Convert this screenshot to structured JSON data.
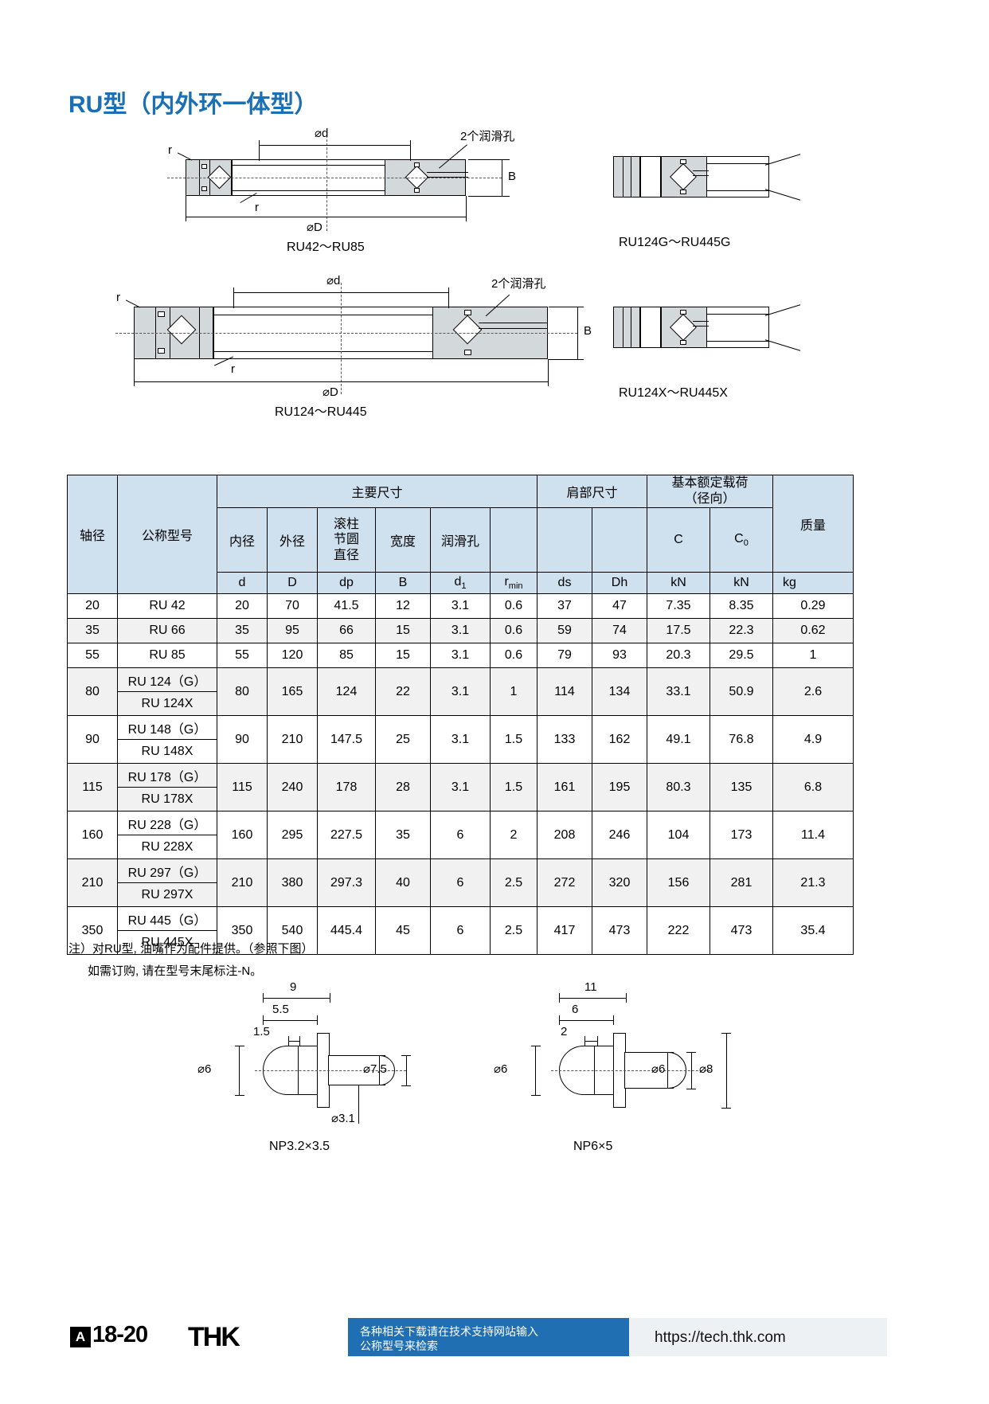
{
  "page": {
    "title": "RU型（内外环一体型）",
    "footer": {
      "page_badge": "A",
      "page_number": "18-20",
      "brand": "THK",
      "banner_line1": "各种相关下载请在技术支持网站输入",
      "banner_line2": "公称型号来检索",
      "url": "https://tech.thk.com"
    }
  },
  "figures": {
    "fig1": {
      "caption": "RU42〜RU85",
      "labels": {
        "d": "⌀d",
        "D": "⌀D",
        "B": "B",
        "r1": "r",
        "r2": "r",
        "holes": "2个润滑孔"
      }
    },
    "fig2": {
      "caption": "RU124G〜RU445G"
    },
    "fig3": {
      "caption": "RU124〜RU445",
      "labels": {
        "d": "⌀d",
        "D": "⌀D",
        "B": "B",
        "r1": "r",
        "r2": "r",
        "holes": "2个润滑孔"
      }
    },
    "fig4": {
      "caption": "RU124X〜RU445X"
    },
    "nipple_left": {
      "caption": "NP3.2×3.5",
      "dims": {
        "w_total": "9",
        "w_mid": "5.5",
        "w_small": "1.5",
        "d_left": "⌀6",
        "d_right": "⌀7.5",
        "d_bottom": "⌀3.1"
      }
    },
    "nipple_right": {
      "caption": "NP6×5",
      "dims": {
        "w_total": "11",
        "w_mid": "6",
        "w_small": "2",
        "d_left": "⌀6",
        "d_mid": "⌀6",
        "d_right": "⌀8"
      }
    }
  },
  "table": {
    "group_headers": {
      "shaft": "轴径",
      "model": "公称型号",
      "main_dims": "主要尺寸",
      "shoulder_dims": "肩部尺寸",
      "load_rating": "基本额定载荷\n（径向）",
      "mass": "质量"
    },
    "load_rating_line1": "基本额定载荷",
    "load_rating_line2": "（径向）",
    "col_names": {
      "inner": "内径",
      "outer": "外径",
      "pitch": "滚柱\n节圆\n直径",
      "width": "宽度",
      "hole": "润滑孔",
      "blank": "",
      "C": "C",
      "C0": "C",
      "C0sub": "0",
      "ds": "ds",
      "Dh": "Dh"
    },
    "pitch_l1": "滚柱",
    "pitch_l2": "节圆",
    "pitch_l3": "直径",
    "units": {
      "d": "d",
      "D": "D",
      "dp": "dp",
      "B": "B",
      "d1": "d",
      "d1sub": "1",
      "rmin": "r",
      "rminsub": "min",
      "ds": "ds",
      "Dh": "Dh",
      "kN1": "kN",
      "kN2": "kN",
      "kg": "kg"
    },
    "rows": [
      {
        "shaft": "20",
        "models": [
          "RU  42"
        ],
        "d": "20",
        "D": "70",
        "dp": "41.5",
        "B": "12",
        "d1": "3.1",
        "rmin": "0.6",
        "ds": "37",
        "Dh": "47",
        "C": "7.35",
        "C0": "8.35",
        "kg": "0.29"
      },
      {
        "shaft": "35",
        "models": [
          "RU  66"
        ],
        "d": "35",
        "D": "95",
        "dp": "66",
        "B": "15",
        "d1": "3.1",
        "rmin": "0.6",
        "ds": "59",
        "Dh": "74",
        "C": "17.5",
        "C0": "22.3",
        "kg": "0.62"
      },
      {
        "shaft": "55",
        "models": [
          "RU  85"
        ],
        "d": "55",
        "D": "120",
        "dp": "85",
        "B": "15",
        "d1": "3.1",
        "rmin": "0.6",
        "ds": "79",
        "Dh": "93",
        "C": "20.3",
        "C0": "29.5",
        "kg": "1"
      },
      {
        "shaft": "80",
        "models": [
          "RU  124（G）",
          "RU  124X"
        ],
        "d": "80",
        "D": "165",
        "dp": "124",
        "B": "22",
        "d1": "3.1",
        "rmin": "1",
        "ds": "114",
        "Dh": "134",
        "C": "33.1",
        "C0": "50.9",
        "kg": "2.6"
      },
      {
        "shaft": "90",
        "models": [
          "RU  148（G）",
          "RU  148X"
        ],
        "d": "90",
        "D": "210",
        "dp": "147.5",
        "B": "25",
        "d1": "3.1",
        "rmin": "1.5",
        "ds": "133",
        "Dh": "162",
        "C": "49.1",
        "C0": "76.8",
        "kg": "4.9"
      },
      {
        "shaft": "115",
        "models": [
          "RU  178（G）",
          "RU  178X"
        ],
        "d": "115",
        "D": "240",
        "dp": "178",
        "B": "28",
        "d1": "3.1",
        "rmin": "1.5",
        "ds": "161",
        "Dh": "195",
        "C": "80.3",
        "C0": "135",
        "kg": "6.8"
      },
      {
        "shaft": "160",
        "models": [
          "RU  228（G）",
          "RU  228X"
        ],
        "d": "160",
        "D": "295",
        "dp": "227.5",
        "B": "35",
        "d1": "6",
        "rmin": "2",
        "ds": "208",
        "Dh": "246",
        "C": "104",
        "C0": "173",
        "kg": "11.4"
      },
      {
        "shaft": "210",
        "models": [
          "RU  297（G）",
          "RU  297X"
        ],
        "d": "210",
        "D": "380",
        "dp": "297.3",
        "B": "40",
        "d1": "6",
        "rmin": "2.5",
        "ds": "272",
        "Dh": "320",
        "C": "156",
        "C0": "281",
        "kg": "21.3"
      },
      {
        "shaft": "350",
        "models": [
          "RU  445（G）",
          "RU  445X"
        ],
        "d": "350",
        "D": "540",
        "dp": "445.4",
        "B": "45",
        "d1": "6",
        "rmin": "2.5",
        "ds": "417",
        "Dh": "473",
        "C": "222",
        "C0": "473",
        "kg": "35.4"
      }
    ]
  },
  "notes": {
    "line1": "注）对RU型, 油嘴作为配件提供。（参照下图）",
    "line2": "如需订购, 请在型号末尾标注-N。"
  }
}
